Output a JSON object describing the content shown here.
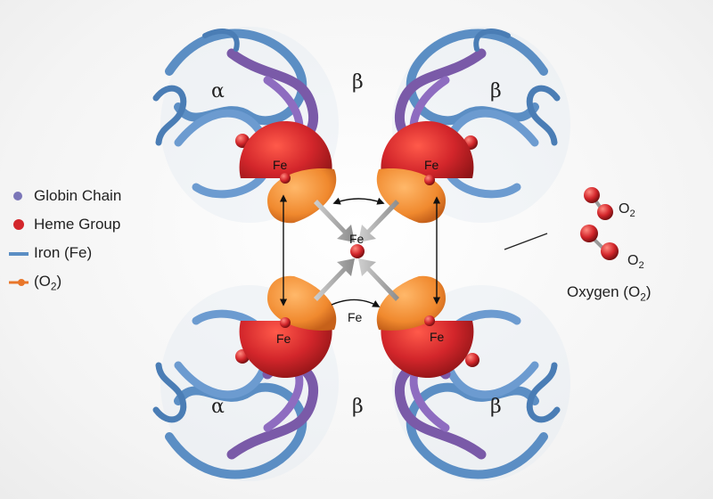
{
  "legend": {
    "items": [
      {
        "label": "Globin Chain",
        "color": "#7b76b8",
        "marker": "dot"
      },
      {
        "label": "Heme Group",
        "color": "#c8222a",
        "marker": "ball"
      },
      {
        "label": "Iron (Fe)",
        "color": "#5b8ec4",
        "marker": "line"
      },
      {
        "label": "(O",
        "sub": "2",
        "tail": ")",
        "color": "#e8762a",
        "marker": "line-dot"
      }
    ]
  },
  "subunits": {
    "top_left": "α",
    "top_right_inner": "β",
    "top_right": "β",
    "bottom_left": "α",
    "bottom_right_inner": "β",
    "bottom_right": "β"
  },
  "iron_labels": {
    "top_left": "Fe",
    "top_right": "Fe",
    "center": "Fe",
    "bottom_left": "Fe",
    "bottom_center": "Fe",
    "bottom_right": "Fe"
  },
  "oxygen": {
    "caption_main": "Oxygen (O",
    "caption_sub": "2",
    "caption_tail": ")",
    "o2_top": "O",
    "o2_top_sub": "2",
    "o2_bottom": "O",
    "o2_bottom_sub": "2"
  },
  "colors": {
    "globin_blue": "#5b8ec4",
    "globin_purple": "#7a5aa8",
    "heme_red": "#d3262b",
    "oxygen_orange": "#f0892e"
  }
}
